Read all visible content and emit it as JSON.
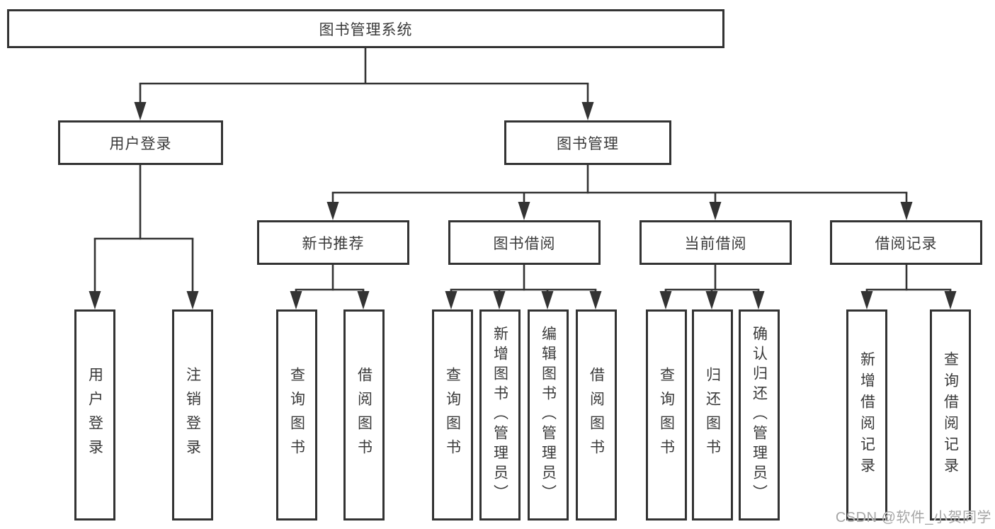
{
  "colors": {
    "line": "#333333",
    "text": "#3a3a3a",
    "background": "#ffffff",
    "watermark": "#a6a6a6"
  },
  "watermark": {
    "text": "CSDN @软件_小贺同学"
  },
  "diagram": {
    "root": {
      "label": "图书管理系统",
      "children": [
        {
          "label": "用户登录",
          "children": [
            {
              "label": "用户登录"
            },
            {
              "label": "注销登录"
            }
          ]
        },
        {
          "label": "图书管理",
          "children": [
            {
              "label": "新书推荐",
              "children": [
                {
                  "label": "查询图书"
                },
                {
                  "label": "借阅图书"
                }
              ]
            },
            {
              "label": "图书借阅",
              "children": [
                {
                  "label": "查询图书"
                },
                {
                  "label": "新增图书（管理员）"
                },
                {
                  "label": "编辑图书（管理员）"
                },
                {
                  "label": "借阅图书"
                }
              ]
            },
            {
              "label": "当前借阅",
              "children": [
                {
                  "label": "查询图书"
                },
                {
                  "label": "归还图书"
                },
                {
                  "label": "确认归还（管理员）"
                }
              ]
            },
            {
              "label": "借阅记录",
              "children": [
                {
                  "label": "新增借阅记录"
                },
                {
                  "label": "查询借阅记录"
                }
              ]
            }
          ]
        }
      ]
    }
  }
}
